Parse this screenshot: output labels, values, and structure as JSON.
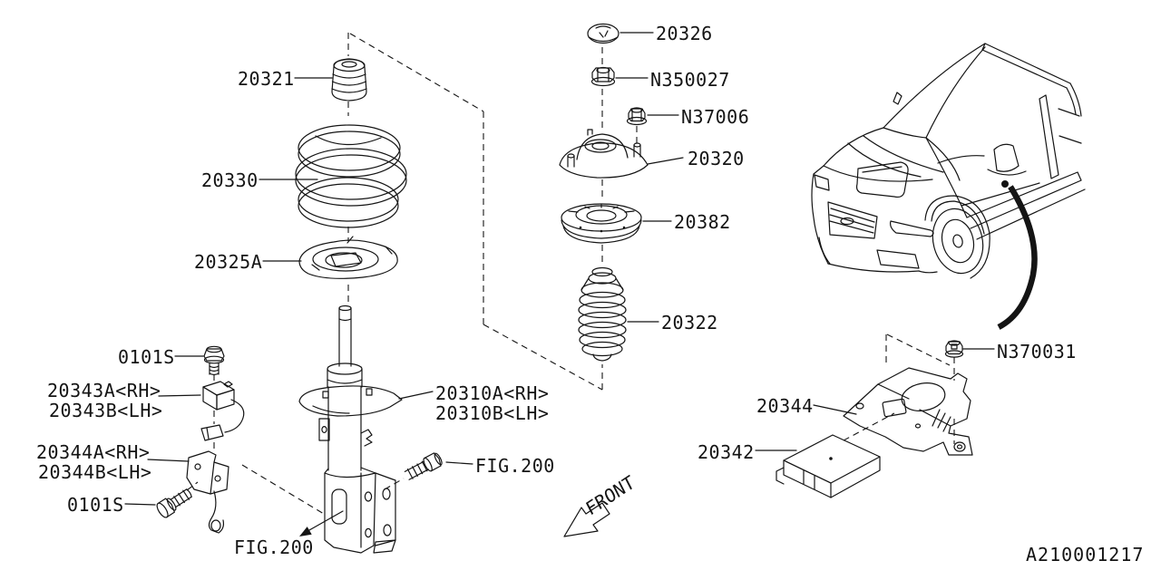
{
  "diagram": {
    "title_semantic": "front-shock-absorber-parts-diagram",
    "drawing_code": "A210001217",
    "front_label": "FRONT",
    "line_color": "#141414",
    "background_color": "#ffffff"
  },
  "labels": {
    "p20321": "20321",
    "p20330": "20330",
    "p20325a": "20325A",
    "bolt_top": "0101S",
    "p20343a": "20343A<RH>",
    "p20343b": "20343B<LH>",
    "p20344a": "20344A<RH>",
    "p20344b": "20344B<LH>",
    "bolt_bottom": "0101S",
    "fig200_left": "FIG.200",
    "p20310a": "20310A<RH>",
    "p20310b": "20310B<LH>",
    "fig200_right": "FIG.200",
    "p20326": "20326",
    "n350027": "N350027",
    "n37006": "N37006",
    "p20320": "20320",
    "p20382": "20382",
    "p20322": "20322",
    "n370031": "N370031",
    "p20344": "20344",
    "p20342": "20342"
  }
}
